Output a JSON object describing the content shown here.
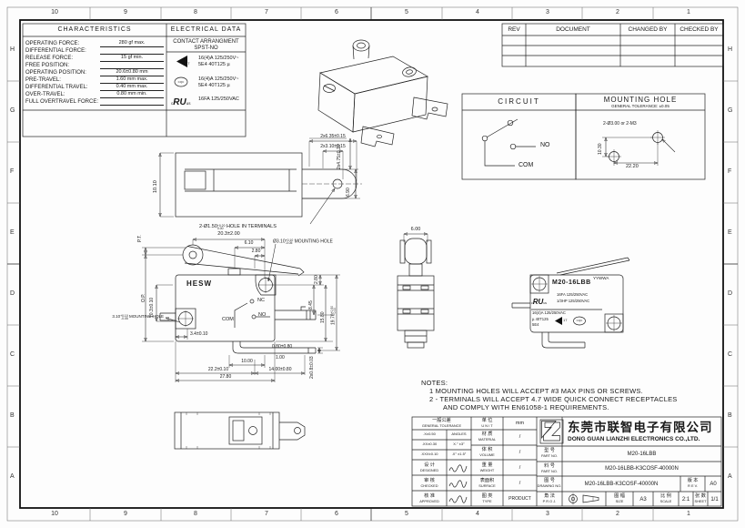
{
  "sheet": {
    "grid": {
      "top": [
        "10",
        "9",
        "8",
        "7",
        "6",
        "5",
        "4",
        "3",
        "2",
        "1"
      ],
      "bottom": [
        "10",
        "9",
        "8",
        "7",
        "6",
        "5",
        "4",
        "3",
        "2",
        "1"
      ],
      "left": [
        "H",
        "G",
        "F",
        "E",
        "D",
        "C",
        "B",
        "A"
      ],
      "right": [
        "H",
        "G",
        "F",
        "E",
        "D",
        "C",
        "B",
        "A"
      ]
    }
  },
  "characteristics": {
    "title": "CHARACTERISTICS",
    "rows": [
      {
        "label": "OPERATING FORCE:",
        "value": "280 gf max."
      },
      {
        "label": "DIFFERENTIAL FORCE:",
        "value": ""
      },
      {
        "label": "RELEASE FORCE:",
        "value": "15 gf min."
      },
      {
        "label": "FREE POSITION:",
        "value": ""
      },
      {
        "label": "OPERATING POSITION:",
        "value": "20.6±0.80 mm"
      },
      {
        "label": "PRE-TRAVEL:",
        "value": "1.60 mm max."
      },
      {
        "label": "DIFFERENTIAL TRAVEL:",
        "value": "0.40 mm max."
      },
      {
        "label": "OVER-TRAVEL:",
        "value": "0.80 mm min."
      },
      {
        "label": "FULL OVERTRAVEL FORCE:",
        "value": ""
      }
    ]
  },
  "electrical": {
    "title": "ELECTRICAL DATA",
    "contact_arrangement": "CONTACT ARRANGMENT",
    "contact_type": "SPST-NO",
    "enec_number": "17",
    "cqc_text": "CQC",
    "ul_prefix": "c",
    "ul_mark": "RU",
    "ul_suffix": "us",
    "ratings": [
      {
        "line1": "16(4)A 125/250V~",
        "line2": "5E4 40T125 µ"
      },
      {
        "line1": "16(4)A 125/250V~",
        "line2": "5E4 40T125 µ"
      },
      {
        "line1": "16FA 125/250VAC",
        "line2": ""
      }
    ]
  },
  "rev_table": {
    "headers": [
      "REV",
      "DOCUMENT",
      "CHANGED BY",
      "CHECKED BY"
    ]
  },
  "circuit": {
    "title": "CIRCUIT",
    "no": "NO",
    "com": "COM"
  },
  "mounting_hole": {
    "title": "MOUNTING HOLE",
    "subtitle": "GENERAL TOLERANCE: ±0.05",
    "callout": "2-Ø3.00 or 2-M3",
    "dim_v": "10.30",
    "dim_h": "22.20"
  },
  "top_view": {
    "d_height": "10.10",
    "d_pitch": "2x6.35±0.15",
    "d_width": "2x3.10±0.15",
    "d_stagger": "2x4.75±0.10",
    "d_term": "6.90",
    "hole_prefix": "2-Ø1.50",
    "hole_tol_top": "+0.20",
    "hole_tol_bot": "0.00",
    "hole_suffix": "HOLE IN TERMINALS"
  },
  "front_view": {
    "pt": "P.T.",
    "op": "O.P.",
    "d_lever": "20.3±2.00",
    "d_610": "6.10",
    "d_280_top": "2.80",
    "hole_prefix": "Ø3.10",
    "hole_tol_top": "+0.10",
    "hole_tol_bot": "-0.05",
    "hole_suffix": "MOUNTING HOLE",
    "d_280_right": "2.80",
    "d_845": "8.45",
    "d_1580": "15.80",
    "d_1970": "19.70",
    "d_1970_tol_top": "+0.50",
    "d_1970_tol_bot": "0.00",
    "d_103": "10.3±0.10",
    "left_hole_prefix": "3.10",
    "left_hole_tol_top": "+0.10",
    "left_hole_tol_bot": "-0.05",
    "left_hole_suffix": "MOUNTING HOLE",
    "d_34": "3.4±0.10",
    "d_080": "0.80±0.80",
    "d_100": "1.00",
    "d_1000": "10.00",
    "d_222": "22.2±0.10",
    "d_1400": "14.00±0.80",
    "d_2780": "27.80",
    "d_2x08": "2x0.8±0.03",
    "brand": "HESW",
    "nc": "NC",
    "no": "NO",
    "com": "COM"
  },
  "side_view": {
    "d_roller": "6.00"
  },
  "label_view": {
    "model": "M20-16LBB",
    "date_code": "YYWWA",
    "ul_prefix": "c",
    "ul_mark": "RU",
    "ul_suffix": "us",
    "ul_line1": "16FA 125/250VAC",
    "ul_line2": "1/3HP 125/250VAC",
    "rating1": "16(4)A 125/250VAC",
    "rating2": "µ 40T125",
    "rating3": "5E4",
    "enec_number": "17",
    "cqc_text": "CQC"
  },
  "notes": {
    "title": "NOTES:",
    "n1": "1   MOUNTING HOLES WILL ACCEPT #3 MAX PINS OR SCREWS.",
    "n2": "2 - TERMINALS WILL ACCEPT 4.7 WIDE QUICK CONNECT RECEPTACLES",
    "n3": "AND COMPLY WITH EN61058-1 REQUIREMENTS."
  },
  "title_block": {
    "general_tolerance_cn": "一般公差",
    "general_tolerance_en": "GENERAL TOLERANCE",
    "tol": [
      {
        "a": ".X±0.50",
        "b": "ANGLES"
      },
      {
        "a": ".XX±0.30",
        "b": "X.° ±3°"
      },
      {
        "a": ".XXX±0.10",
        "b": ".X° ±1.5°"
      }
    ],
    "designed_cn": "设 计",
    "designed_en": "DESIGNED",
    "checked_cn": "审 核",
    "checked_en": "CHECKED",
    "approved_cn": "核 准",
    "approved_en": "APPROVED",
    "unit_cn": "单 位",
    "unit_en": "U N I T",
    "unit_value": "mm",
    "material_cn": "材 质",
    "material_en": "MATERIAL",
    "material_value": "/",
    "volume_cn": "体 积",
    "volume_en": "VOLUME",
    "volume_value": "/",
    "weight_cn": "重 量",
    "weight_en": "WEIGHT",
    "weight_value": "/",
    "surface_cn": "表面积",
    "surface_en": "SURFACE",
    "surface_value": "/",
    "type_cn": "图 类",
    "type_en": "TYPE",
    "type_value": "PRODUCT",
    "company_cn": "东莞市联智电子有限公司",
    "company_en": "DONG GUAN LIANZHI ELECTRONICS CO.,LTD.",
    "model_cn": "型 号",
    "model_en": "PART NO.",
    "model_value": "M20-16LBB",
    "part_cn": "料 号",
    "part_en": "PART NO.",
    "part_value": "M20-16LBB-K3COSF-40000N",
    "drawing_cn": "图 号",
    "drawing_en": "DRAWING NO.",
    "drawing_value": "M20-16LBB-K3COSF-40000N",
    "rev_cn": "版 本",
    "rev_en": "R E V.",
    "rev_value": "A0",
    "proj_cn": "角 法",
    "proj_en": "P R O J.",
    "size_cn": "图 幅",
    "size_en": "SIZE",
    "size_value": "A3",
    "scale_cn": "比 例",
    "scale_en": "SCALE",
    "scale_value": "2:1",
    "sheet_cn": "张 数",
    "sheet_en": "SHEET",
    "sheet_value": "1/1",
    "logo_green": "#12a04a",
    "logo_blue": "#0a5aa8"
  }
}
